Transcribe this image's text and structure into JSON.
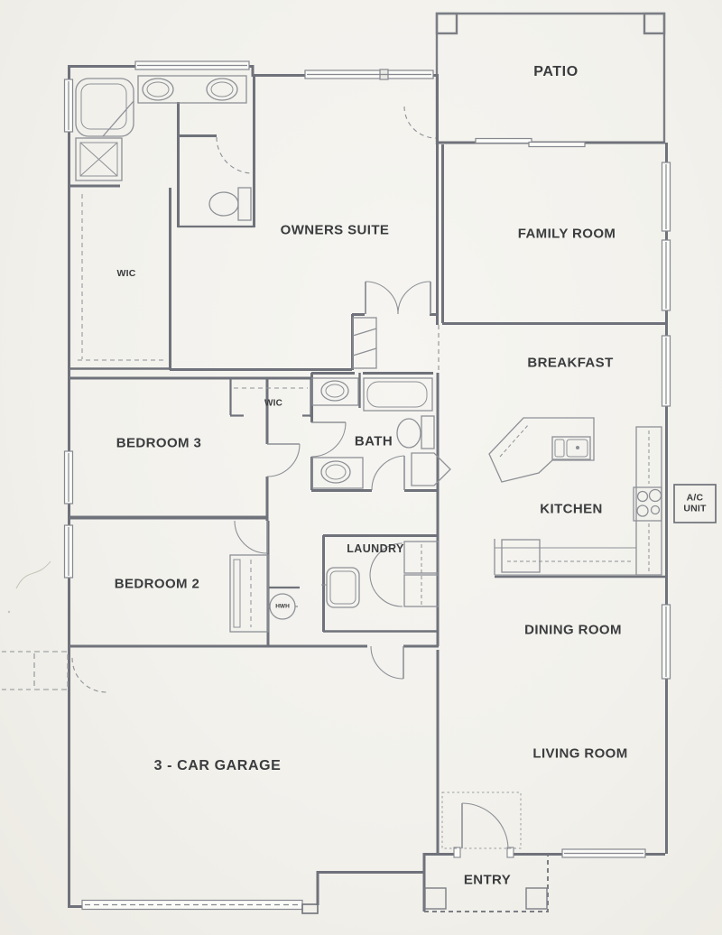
{
  "document": {
    "kind": "residential-floor-plan",
    "style": "scanned-blueprint"
  },
  "palette": {
    "paper": "#f2f1ec",
    "wall": "#6f727a",
    "fixture": "#8d9096",
    "text": "#3a3c3e"
  },
  "rooms": [
    {
      "id": "patio",
      "label": "PATIO"
    },
    {
      "id": "owners-suite",
      "label": "OWNERS SUITE"
    },
    {
      "id": "family-room",
      "label": "FAMILY ROOM"
    },
    {
      "id": "breakfast",
      "label": "BREAKFAST"
    },
    {
      "id": "wic-master",
      "label": "WIC"
    },
    {
      "id": "bedroom-3",
      "label": "BEDROOM 3"
    },
    {
      "id": "wic-hall",
      "label": "WIC"
    },
    {
      "id": "bath",
      "label": "BATH"
    },
    {
      "id": "kitchen",
      "label": "KITCHEN"
    },
    {
      "id": "laundry",
      "label": "LAUNDRY"
    },
    {
      "id": "bedroom-2",
      "label": "BEDROOM 2"
    },
    {
      "id": "dining-room",
      "label": "DINING ROOM"
    },
    {
      "id": "living-room",
      "label": "LIVING ROOM"
    },
    {
      "id": "garage",
      "label": "3 - CAR GARAGE"
    },
    {
      "id": "entry",
      "label": "ENTRY"
    }
  ],
  "equipment": {
    "ac_unit": {
      "line1": "A/C",
      "line2": "UNIT"
    },
    "water_heater": {
      "label": "HWH"
    }
  },
  "fixtures": [
    "corner-tub",
    "shower",
    "dual-vanity-sinks",
    "toilet",
    "walk-in-closet-shelving",
    "double-entry-doors",
    "bathtub",
    "vanity-sink",
    "linen-closet",
    "kitchen-island-sink",
    "cooktop-range",
    "refrigerator",
    "pantry-counter",
    "washer-dryer",
    "laundry-sink",
    "hot-water-heater",
    "garage-door",
    "front-door",
    "porch-posts",
    "sliding-patio-door"
  ]
}
